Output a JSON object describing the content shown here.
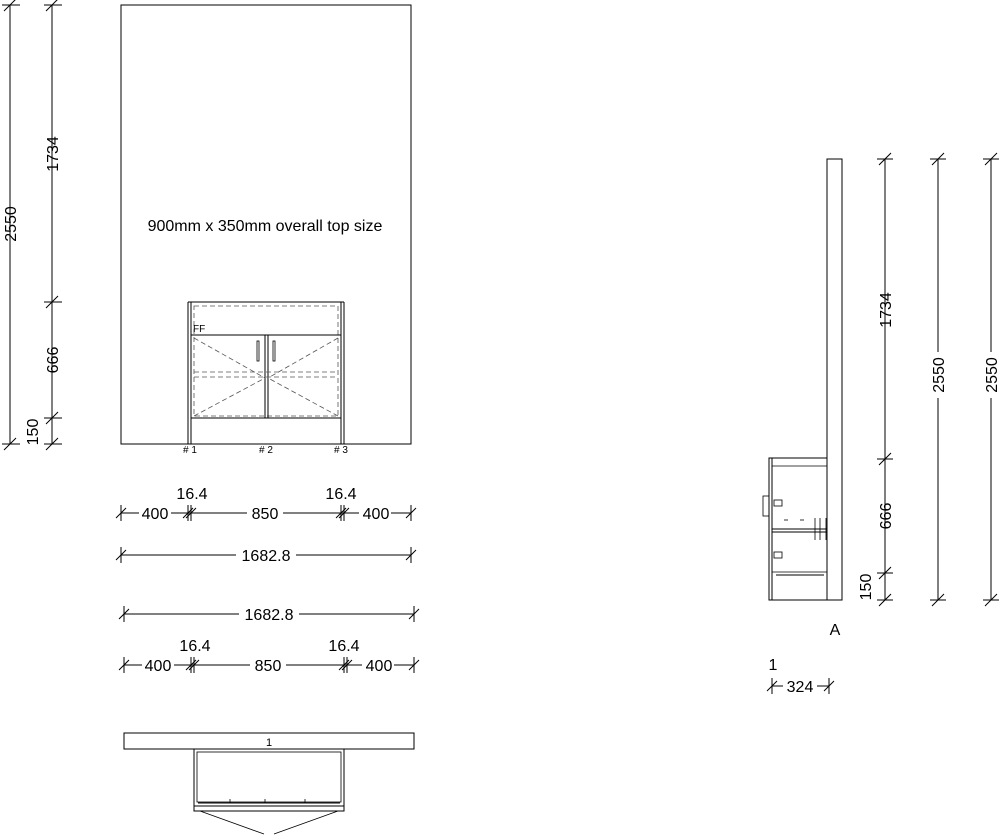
{
  "front_view": {
    "note": "900mm x 350mm overall top size",
    "ff_label": "FF",
    "positions": [
      "# 1",
      "# 2",
      "# 3"
    ],
    "vertical_dims": {
      "overall": "2550",
      "upper": "1734",
      "cabinet": "666",
      "plinth": "150"
    },
    "row1": {
      "left": "400",
      "gap_left": "16.4",
      "cabinet": "850",
      "gap_right": "16.4",
      "right": "400"
    },
    "row1_overall": "1682.8",
    "row2_overall": "1682.8",
    "row2": {
      "left": "400",
      "gap_left": "16.4",
      "cabinet": "850",
      "gap_right": "16.4",
      "right": "400"
    }
  },
  "plan_view": {
    "label": "1"
  },
  "side_view": {
    "view_label": "A",
    "item_label": "1",
    "depth": "324",
    "vertical_dims": {
      "upper": "1734",
      "cabinet": "666",
      "plinth": "150",
      "overall_a": "2550",
      "overall_b": "2550"
    }
  }
}
